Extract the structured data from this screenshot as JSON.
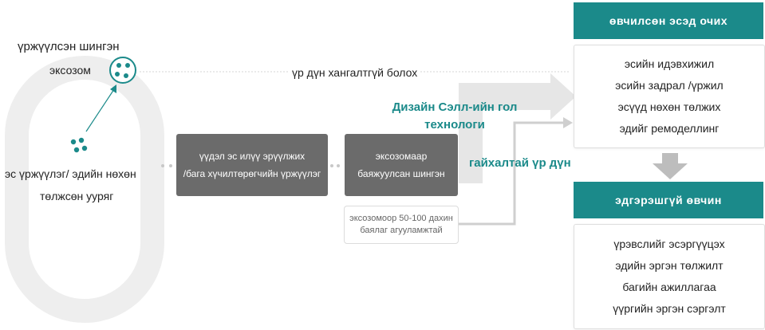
{
  "cycle": {
    "exosome_label_line1": "үржүүлсэн шингэн",
    "exosome_label_line2": "эксозом",
    "cell_label_line1": "эс үржүүлэг/ эдийн нөхөн",
    "cell_label_line2": "төлжсөн ууряг"
  },
  "flow": {
    "top_line_label": "үр дүн хангалтгүй болох",
    "step1_line1": "үүдэл эс илүү эрүүлжих",
    "step1_line2": "/бага хүчилтөрөгчийн үржүүлэг",
    "step2_line1": "эксозомаар",
    "step2_line2": "баяжуулсан шингэн",
    "note_line1": "эксозомоор 50-100 дахин",
    "note_line2": "баялаг агууламжтай",
    "tech_line1": "Дизайн Сэлл-ийн гол",
    "tech_line2": "технологи",
    "result_label": "гайхалтай үр дүн"
  },
  "right": {
    "top_header": "өвчилсөн эсэд очих",
    "top_items": [
      "эсийн идэвхижил",
      "эсийн задрал /үржил",
      "эсүүд нөхөн төлжих",
      "эдийг ремоделлинг"
    ],
    "bottom_header": "эдгэрэшгүй өвчин",
    "bottom_items": [
      "үрэвслийг эсэргүүцэх",
      "эдийн эргэн төлжилт",
      "багийн ажиллагаа",
      "үүргийн эргэн сэргэлт"
    ]
  },
  "colors": {
    "accent": "#1b8a8a",
    "dark_box": "#6b6b6b",
    "arrow_grey": "#d9d9d9",
    "ring": "#eeeeee"
  }
}
